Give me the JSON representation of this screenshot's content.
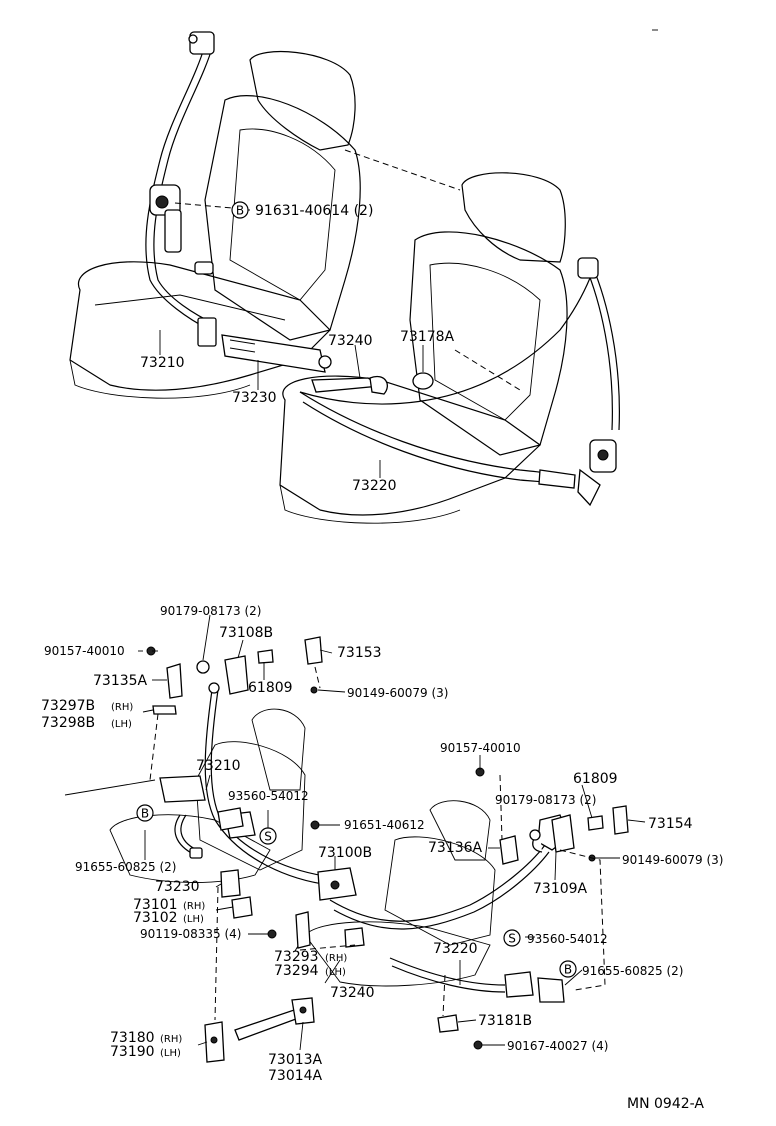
{
  "upper": {
    "callouts": {
      "bolt_b": "91631-40614 (2)",
      "belt_73210": "73210",
      "buckle_73230": "73230",
      "buckle_73240": "73240",
      "cover_73178a": "73178A",
      "belt_73220": "73220"
    },
    "badge_b": "B"
  },
  "lower": {
    "callouts": {
      "c1": "90179-08173 (2)",
      "c2": "73108B",
      "c3": "73153",
      "c4": "90157-40010",
      "c5": "73135A",
      "c6": "61809",
      "c7": "90149-60079 (3)",
      "c8a": "73297B",
      "c8a_side": "(RH)",
      "c8b": "73298B",
      "c8b_side": "(LH)",
      "c9": "73210",
      "c10": "93560-54012",
      "c11": "91655-60825 (2)",
      "c12": "91651-40612",
      "c13": "73100B",
      "c14": "73230",
      "c15a": "73101",
      "c15a_side": "(RH)",
      "c15b": "73102",
      "c15b_side": "(LH)",
      "c16": "90119-08335 (4)",
      "c17a": "73293",
      "c17a_side": "(RH)",
      "c17b": "73294",
      "c17b_side": "(LH)",
      "c18": "73240",
      "c19a": "73180",
      "c19a_side": "(RH)",
      "c19b": "73190",
      "c19b_side": "(LH)",
      "c20a": "73013A",
      "c20b": "73014A",
      "c21": "90157-40010",
      "c22": "61809",
      "c23": "90179-08173 (2)",
      "c24": "73154",
      "c25": "73136A",
      "c26": "90149-60079 (3)",
      "c27": "73109A",
      "c28": "93560-54012",
      "c29": "73220",
      "c30": "91655-60825 (2)",
      "c31": "73181B",
      "c32": "90167-40027 (4)"
    },
    "badges": {
      "b": "B",
      "s": "S"
    }
  },
  "footer": {
    "code": "MN  0942-A"
  }
}
